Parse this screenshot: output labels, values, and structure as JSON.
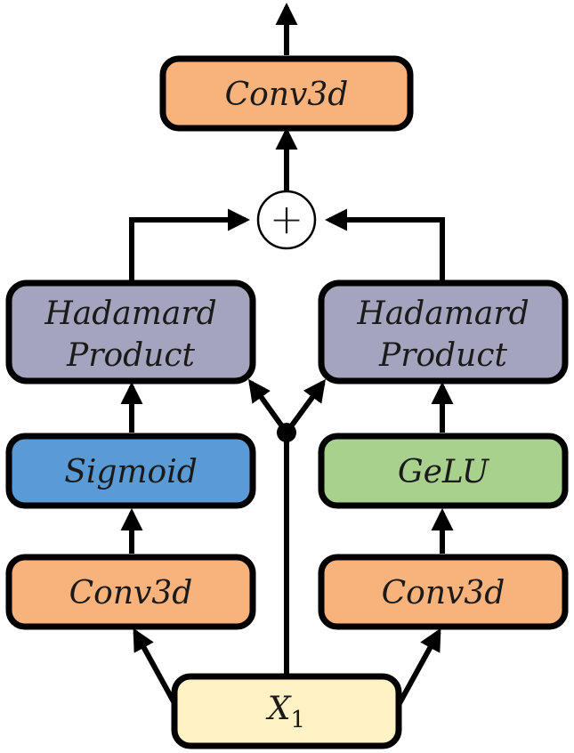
{
  "colors": {
    "conv": "#F8B27C",
    "hadamard": "#A4A4BE",
    "sigmoid": "#5B9BD5",
    "gelu": "#A9D18E",
    "input": "#FFF2C4"
  },
  "blocks": {
    "top_conv": "Conv3d",
    "left_hadamard_line1": "Hadamard",
    "left_hadamard_line2": "Product",
    "right_hadamard_line1": "Hadamard",
    "right_hadamard_line2": "Product",
    "sigmoid": "Sigmoid",
    "gelu": "GeLU",
    "left_conv": "Conv3d",
    "right_conv": "Conv3d",
    "input_main": "X",
    "input_sub": "1"
  },
  "operators": {
    "sum": "+"
  }
}
